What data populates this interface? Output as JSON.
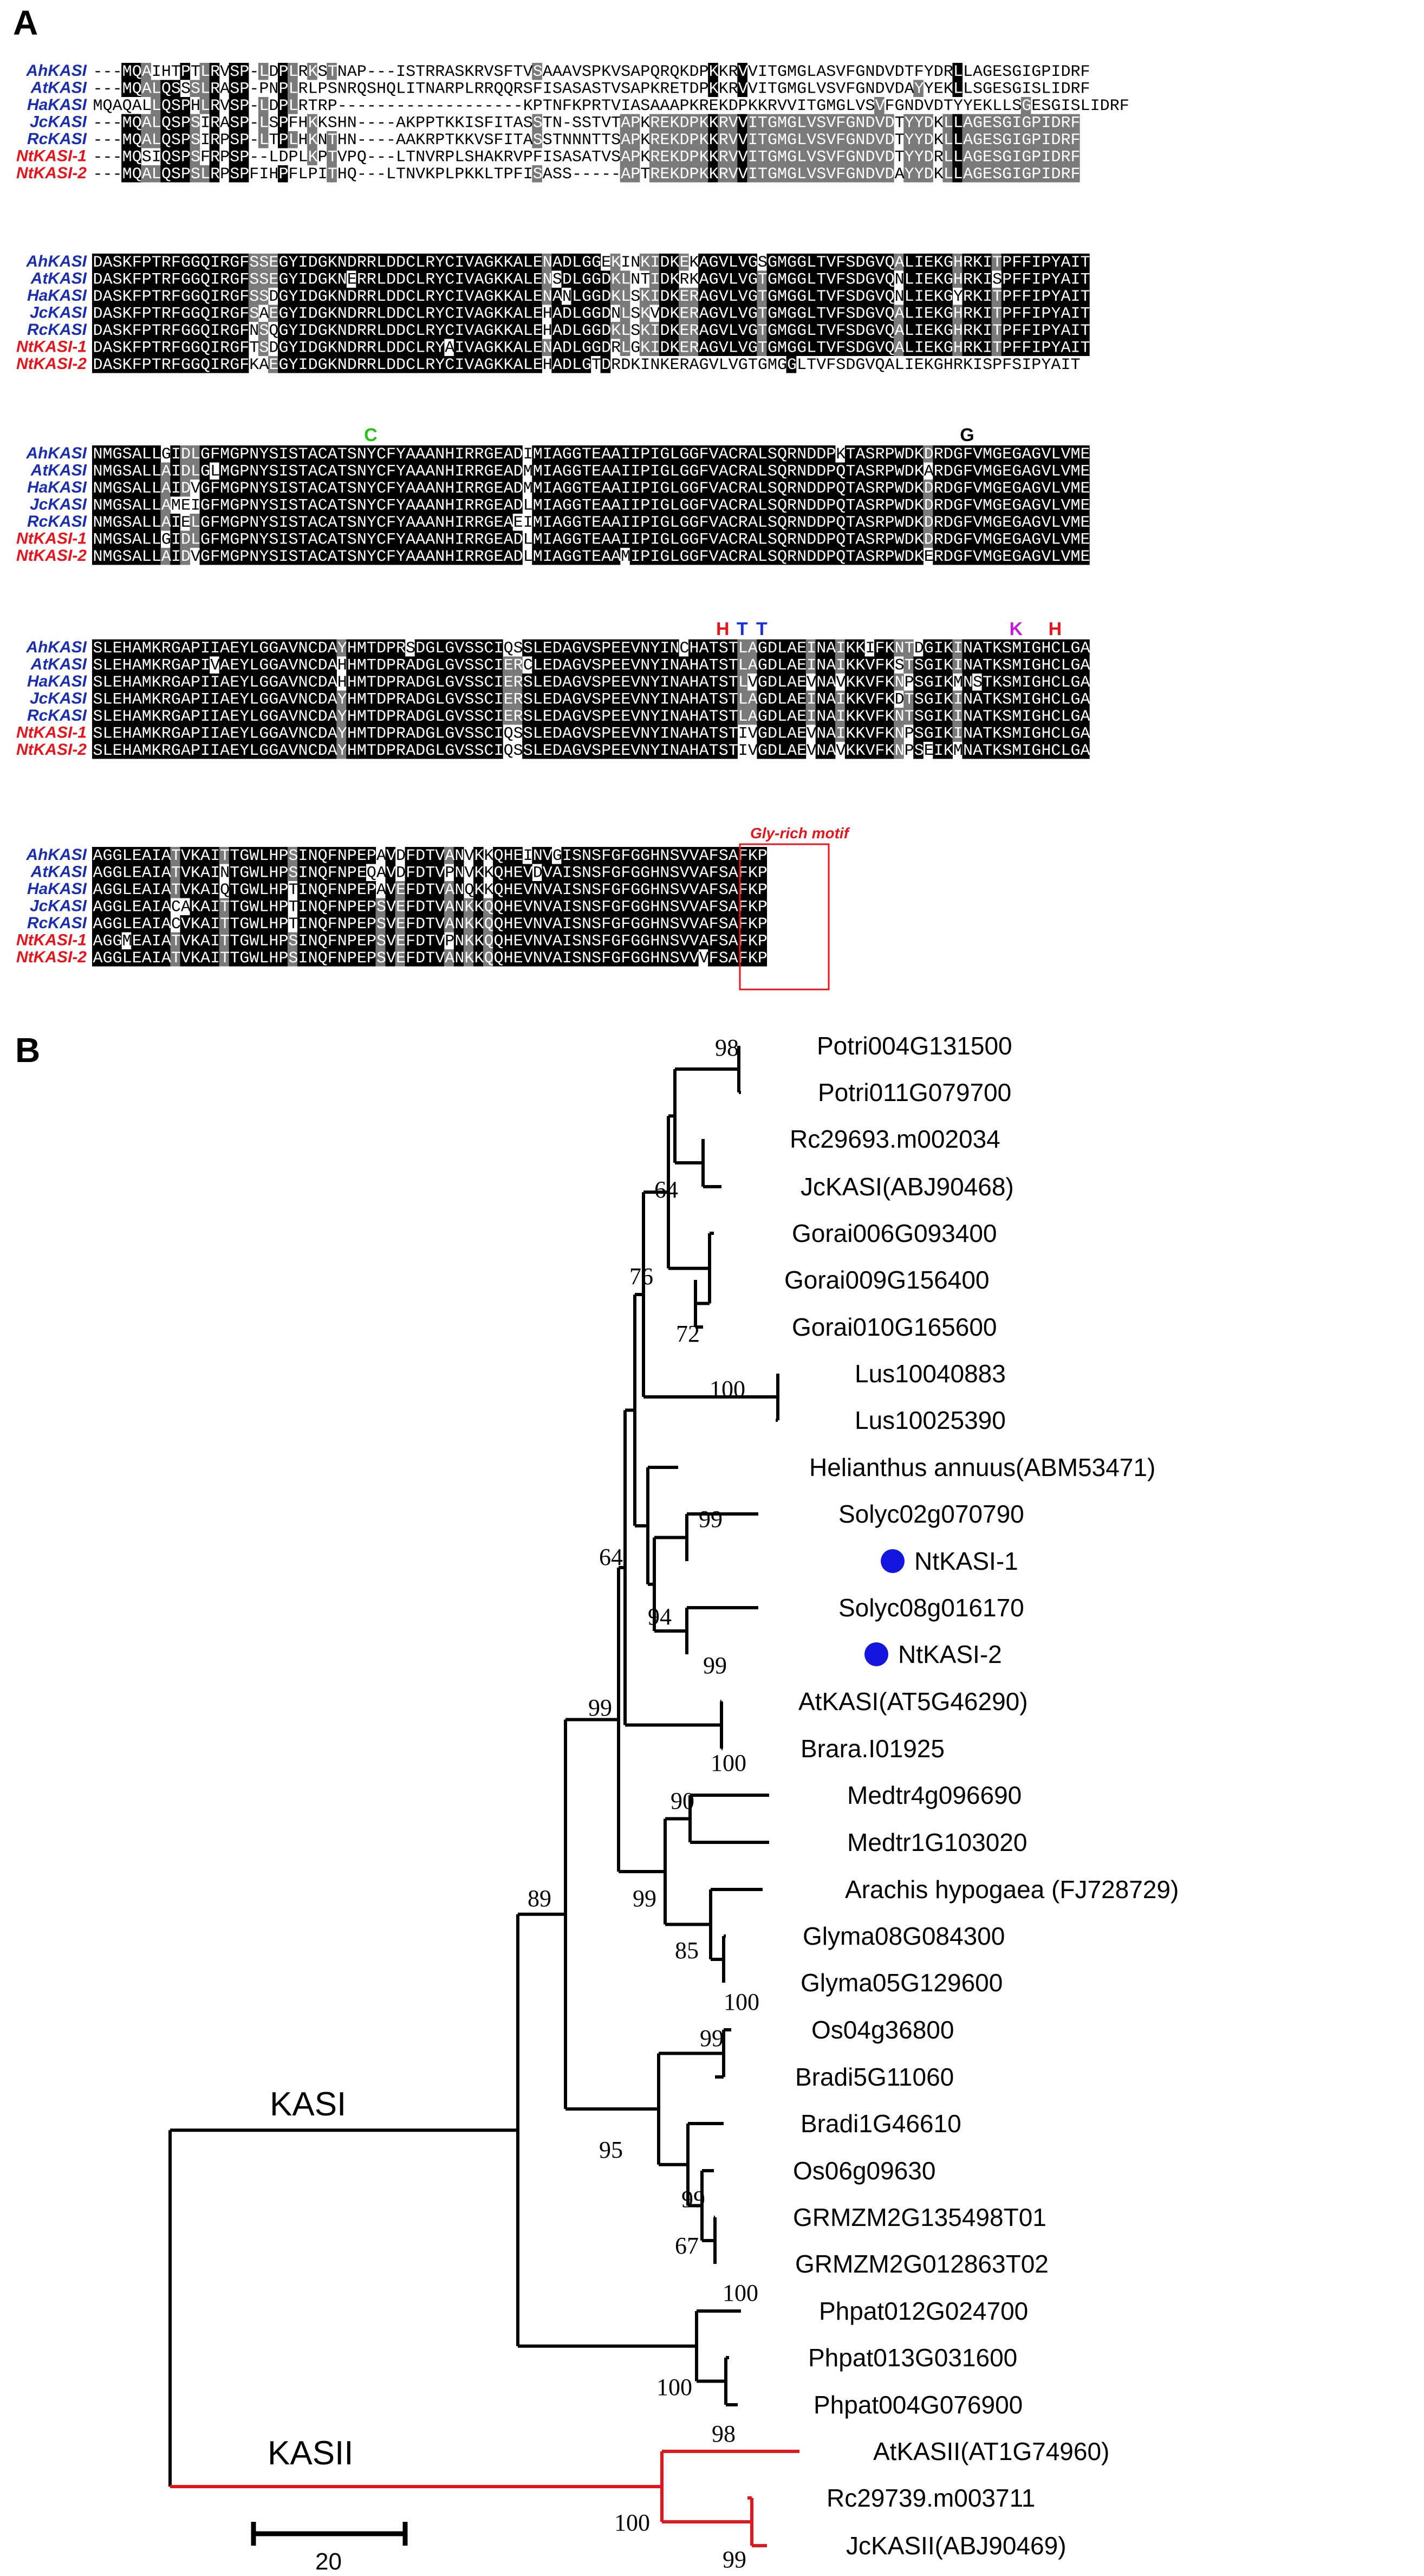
{
  "panel_a": {
    "label": "A",
    "marker_colors": {
      "C": "#23c413",
      "G": "#000000",
      "H": "#e8141b",
      "T": "#1a2fd8",
      "K": "#c41bd8"
    },
    "motif_label": "Gly-rich motif",
    "blocks": [
      {
        "markers": [],
        "rows": [
          {
            "name": "AhKASI",
            "color": "#1a2fb0",
            "seq": "---MQAIHTPTLRVSP-LDPLRKSTNAP---ISTRRASKRVSFTVSAAAVSPKVSAPQRQKDPKKRVVITGMGLASVFGNDVDTFYDRLLAGESGIGPIDRF"
          },
          {
            "name": "AtKASI",
            "color": "#1a2fb0",
            "seq": "---MQALQSSSLRASP-PNPLRLPSNRQSHQLITNARPLRRQQRSFISASASTVSAPKRETDPKKRVVITGMGLVSVFGNDVDAYYEKLLSGESGISLIDRF"
          },
          {
            "name": "HaKASI",
            "color": "#1a2fb0",
            "seq": "MQAQALLQSPHLRVSP-LDPLRTRP-------------------KPTNFKPRTVIASAAAPKREKDPKKRVVITGMGLVSVFGNDVDTYYEKLLSGESGISLIDRF"
          },
          {
            "name": "JcKASI",
            "color": "#1a2fb0",
            "seq": "---MQALQSPSIRASP-LSPFHKKSHN----AKPPTKKISFITASSTN-SSTVTAPKREKDPKKRVVITGMGLVSVFGNDVDTYYDKLLAGESGIGPIDRF"
          },
          {
            "name": "RcKASI",
            "color": "#1a2fb0",
            "seq": "---MQALQSPSIRPSP-LTPLHKNTHN----AAKRPTKKVSFITASSTNNNTTSAPKREKDPKKRVVITGMGLVSVFGNDVDTYYDKLLAGESGIGPIDRF"
          },
          {
            "name": "NtKASI-1",
            "color": "#e8141b",
            "seq": "---MQSIQSPSFRPSP--LDPLKPTVPQ---LTNVRPLSHAKRVPFISASATVSAPKREKDPKKRVVITGMGLVSVFGNDVDTYYDRLLAGESGIGPIDRF"
          },
          {
            "name": "NtKASI-2",
            "color": "#e8141b",
            "seq": "---MQALQSPSLRPSPFIHPFLPITHQ---LTNVKPLPKKLTPFISASS-----APTREKDPKKRVVITGMGLVSVFGNDVDAYYDKLLAGESGIGPIDRF"
          }
        ]
      },
      {
        "markers": [],
        "rows": [
          {
            "name": "AhKASI",
            "color": "#1a2fb0",
            "seq": "DASKFPTRFGGQIRGFSSEGYIDGKNDRRLDDCLRYCIVAGKKALENADLGGEKINKIDKEKAGVLVGSGMGGLTVFSDGVQALIEKGHRKITPFFIPYAIT"
          },
          {
            "name": "AtKASI",
            "color": "#1a2fb0",
            "seq": "DASKFPTRFGGQIRGFSSEGYIDGKNERRLDDCLRYCIVAGKKALENSDLGGDKLNTIDKRKAGVLVGTGMGGLTVFSDGVQNLIEKGHRKISPFFIPYAIT"
          },
          {
            "name": "HaKASI",
            "color": "#1a2fb0",
            "seq": "DASKFPTRFGGQIRGFSSDGYIDGKNDRRLDDCLRYCIVAGKKALENANLGGDKLSKIDKERAGVLVGTGMGGLTVFSDGVQNLIEKGYRKITPFFIPYAIT"
          },
          {
            "name": "JcKASI",
            "color": "#1a2fb0",
            "seq": "DASKFPTRFGGQIRGFSAEGYIDGKNDRRLDDCLRYCIVAGKKALEHADLGGDNLSKVDKERAGVLVGTGMGGLTVFSDGVQALIEKGHRKITPFFIPYAIT"
          },
          {
            "name": "RcKASI",
            "color": "#1a2fb0",
            "seq": "DASKFPTRFGGQIRGFNSQGYIDGKNDRRLDDCLRYCIVAGKKALEHADLGGDKLSKIDKERAGVLVGTGMGGLTVFSDGVQALIEKGHRKITPFFIPYAIT"
          },
          {
            "name": "NtKASI-1",
            "color": "#e8141b",
            "seq": "DASKFPTRFGGQIRGFTSDGYIDGKNDRRLDDCLRYAIVAGKKALENADLGGDRLGKIDKERAGVLVGTGMGGLTVFSDGVQALIEKGHRKITPFFIPYAIT"
          },
          {
            "name": "NtKASI-2",
            "color": "#e8141b",
            "seq": "DASKFPTRFGGQIRGFKAEGYIDGKNDRRLDDCLRYCIVAGKKALEHADLGTDRDKINKERAGVLVGTGMGGLTVFSDGVQALIEKGHRKISPFSIPYAIT"
          }
        ]
      },
      {
        "markers": [
          {
            "char": "C",
            "col": 28,
            "key": "C"
          },
          {
            "char": "G",
            "col": 89,
            "key": "G"
          }
        ],
        "rows": [
          {
            "name": "AhKASI",
            "color": "#1a2fb0",
            "seq": "NMGSALLGIDLGFMGPNYSISTACATSNYCFYAAANHIRRGEADIMIAGGTEAAIIPIGLGGFVACRALSQRNDDPKTASRPWDKDRDGFVMGEGAGVLVME"
          },
          {
            "name": "AtKASI",
            "color": "#1a2fb0",
            "seq": "NMGSALLAIDLGLMGPNYSISTACATSNYCFYAAANHIRRGEADMMIAGGTEAAIIPIGLGGFVACRALSQRNDDPQTASRPWDKARDGFVMGEGAGVLVME"
          },
          {
            "name": "HaKASI",
            "color": "#1a2fb0",
            "seq": "NMGSALLAIDVGFMGPNYSISTACATSNYCFYAAANHIRRGEADMMIAGGTEAAIIPIGLGGFVACRALSQRNDDPQTASRPWDKDRDGFVMGEGAGVLVME"
          },
          {
            "name": "JcKASI",
            "color": "#1a2fb0",
            "seq": "NMGSALLAMEIGFMGPNYSISTACATSNYCFYAAANHIRRGEADLMIAGGTEAAIIPIGLGGFVACRALSQRNDDPQTASRPWDKDRDGFVMGEGAGVLVME"
          },
          {
            "name": "RcKASI",
            "color": "#1a2fb0",
            "seq": "NMGSALLAIELGFMGPNYSISTACATSNYCFYAAANHIRRGEAEIMIAGGTEAAIIPIGLGGFVACRALSQRNDDPQTASRPWDKDRDGFVMGEGAGVLVME"
          },
          {
            "name": "NtKASI-1",
            "color": "#e8141b",
            "seq": "NMGSALLGIDLGFMGPNYSISTACATSNYCFYAAANHIRRGEADLMIAGGTEAAIIPIGLGGFVACRALSQRNDDPQTASRPWDKDRDGFVMGEGAGVLVME"
          },
          {
            "name": "NtKASI-2",
            "color": "#e8141b",
            "seq": "NMGSALLAIDVGFMGPNYSISTACATSNYCFYAAANHIRRGEADLMIAGGTEAAMIPIGLGGFVACRALSQRNDDPQTASRPWDKERDGFVMGEGAGVLVME"
          }
        ]
      },
      {
        "markers": [
          {
            "char": "H",
            "col": 64,
            "key": "H"
          },
          {
            "char": "T",
            "col": 66,
            "key": "T"
          },
          {
            "char": "T",
            "col": 68,
            "key": "T"
          },
          {
            "char": "K",
            "col": 94,
            "key": "K"
          },
          {
            "char": "H",
            "col": 98,
            "key": "H"
          }
        ],
        "rows": [
          {
            "name": "AhKASI",
            "color": "#1a2fb0",
            "seq": "SLEHAMKRGAPIIAEYLGGAVNCDAYHMTDPRSDGLGVSSCIQSSLEDAGVSPEEVNYINCHATSTLAGDLAEINAIKKIFKNTDGIKINATKSMIGHCLGA"
          },
          {
            "name": "AtKASI",
            "color": "#1a2fb0",
            "seq": "SLEHAMKRGAPIVAEYLGGAVNCDAHHMTDPRADGLGVSSCIERCLEDAGVSPEEVNYINAHATSTLAGDLAEINAIKKVFKSTSGIKINATKSMIGHCLGA"
          },
          {
            "name": "HaKASI",
            "color": "#1a2fb0",
            "seq": "SLEHAMKRGAPIIAEYLGGAVNCDAHHMTDPRADGLGVSSCIERSLEDAGVSPEEVNYINAHATSTLVGDLAEVNAVKKVFKNPSGIKMNSTKSMIGHCLGA"
          },
          {
            "name": "JcKASI",
            "color": "#1a2fb0",
            "seq": "SLEHAMKRGAPIIAEYLGGAVNCDAYHMTDPRADGLGVSSCIERSLEDAGVSPEEVNYINAHATSTLAGDLAEINAIKKVFKDTSGIKINATKSMIGHCLGA"
          },
          {
            "name": "RcKASI",
            "color": "#1a2fb0",
            "seq": "SLEHAMKRGAPIIAEYLGGAVNCDAYHMTDPRADGLGVSSCIERSLEDAGVSPEEVNYINAHATSTLAGDLAEINAIKKVFKNTSGIKINATKSMIGHCLGA"
          },
          {
            "name": "NtKASI-1",
            "color": "#e8141b",
            "seq": "SLEHAMKRGAPIIAEYLGGAVNCDAYHMTDPRADGLGVSSCIQSSLEDAGVSPEEVNYINAHATSTIVGDLAEVNAIKKVFKNPSGIKINATKSMIGHCLGA"
          },
          {
            "name": "NtKASI-2",
            "color": "#e8141b",
            "seq": "SLEHAMKRGAPIIAEYLGGAVNCDAYHMTDPRADGLGVSSCIQSSLEDAGVSPEEVNYINAHATSTIVGDLAEVNAVKKVFKNPSEIKMNATKSMIGHCLGA"
          }
        ]
      },
      {
        "markers": [],
        "rows": [
          {
            "name": "AhKASI",
            "color": "#1a2fb0",
            "seq": "AGGLEAIATVKAITTGWLHPSINQFNPEPAVDFDTVANVKKQHEINVGISNSFGFGGHNSVVAFSAFKP"
          },
          {
            "name": "AtKASI",
            "color": "#1a2fb0",
            "seq": "AGGLEAIATVKAINTGWLHPSINQFNPEQAVDFDTVPNVKKQHEVDVAISNSFGFGGHNSVVAFSAFKP"
          },
          {
            "name": "HaKASI",
            "color": "#1a2fb0",
            "seq": "AGGLEAIATVKAIQTGWLHPTINQFNPEPAVEFDTVANQKKQHEVNVAISNSFGFGGHNSVVAFSAFKP"
          },
          {
            "name": "JcKASI",
            "color": "#1a2fb0",
            "seq": "AGGLEAIACAKAITTGWLHPTINQFNPEPSVEFDTVANKKQQHEVNVAISNSFGFGGHNSVVAFSAFKP"
          },
          {
            "name": "RcKASI",
            "color": "#1a2fb0",
            "seq": "AGGLEAIACVKAITTGWLHPTINQFNPEPSVEFDTVANKKQQHEVNVAISNSFGFGGHNSVVAFSAFKP"
          },
          {
            "name": "NtKASI-1",
            "color": "#e8141b",
            "seq": "AGGMEAIATVKAITTGWLHPSINQFNPEPSVEFDTVPNKKQQHEVNVAISNSFGFGGHNSVVAFSAFKP"
          },
          {
            "name": "NtKASI-2",
            "color": "#e8141b",
            "seq": "AGGLEAIATVKAITTGWLHPSINQFNPEPSVEFDTVANKKQQHEVNVAISNSFGFGGHNSVVVFSAFKP"
          }
        ]
      }
    ]
  },
  "panel_b": {
    "label": "B",
    "taxa": [
      "Potri004G131500",
      "Potri011G079700",
      "Rc29693.m002034",
      "JcKASI(ABJ90468)",
      "Gorai006G093400",
      "Gorai009G156400",
      "Gorai010G165600",
      "Lus10040883",
      "Lus10025390",
      "Helianthus annuus(ABM53471)",
      "Solyc02g070790",
      "NtKASI-1",
      "Solyc08g016170",
      "NtKASI-2",
      "AtKASI(AT5G46290)",
      "Brara.I01925",
      "Medtr4g096690",
      "Medtr1G103020",
      "Arachis hypogaea (FJ728729)",
      "Glyma08G084300",
      "Glyma05G129600",
      "Os04g36800",
      "Bradi5G11060",
      "Bradi1G46610",
      "Os06g09630",
      "GRMZM2G135498T01",
      "GRMZM2G012863T02",
      "Phpat012G024700",
      "Phpat013G031600",
      "Phpat004G076900",
      "AtKASII(AT1G74960)",
      "Rc29739.m003711",
      "JcKASII(ABJ90469)"
    ],
    "highlighted_taxa": [
      "NtKASI-1",
      "NtKASI-2"
    ],
    "bootstraps": [
      "98",
      "64",
      "76",
      "72",
      "100",
      "99",
      "94",
      "99",
      "64",
      "100",
      "99",
      "90",
      "99",
      "85",
      "100",
      "89",
      "99",
      "95",
      "99",
      "67",
      "100",
      "100",
      "98",
      "100",
      "99"
    ],
    "clades": {
      "kasi": "KASI",
      "kasii": "KASII"
    },
    "scale_bar_label": "20",
    "colors": {
      "kasii_branch": "#e8141b",
      "highlight_dot": "#1515e0",
      "tree": "#000000"
    }
  }
}
